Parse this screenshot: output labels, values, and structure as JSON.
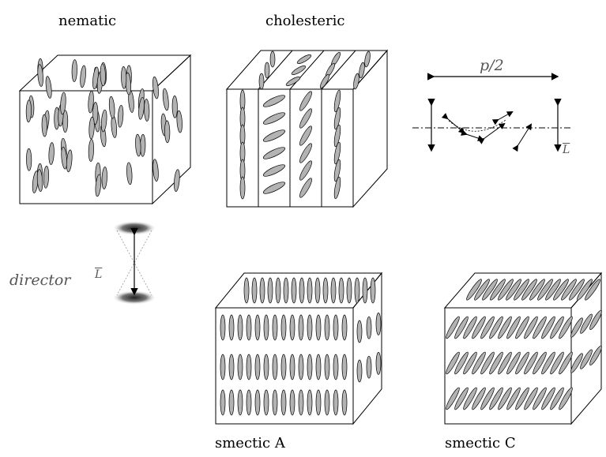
{
  "labels": {
    "nematic": "nematic",
    "cholesteric": "cholesteric",
    "smectic_a": "smectic A",
    "smectic_c": "smectic C",
    "director": "director",
    "pitch": "p/2",
    "director_symbol_1": "L",
    "director_symbol_2": "L"
  },
  "colors": {
    "molecule_fill": "#b3b3b3",
    "molecule_stroke": "#000000",
    "line": "#000000"
  }
}
